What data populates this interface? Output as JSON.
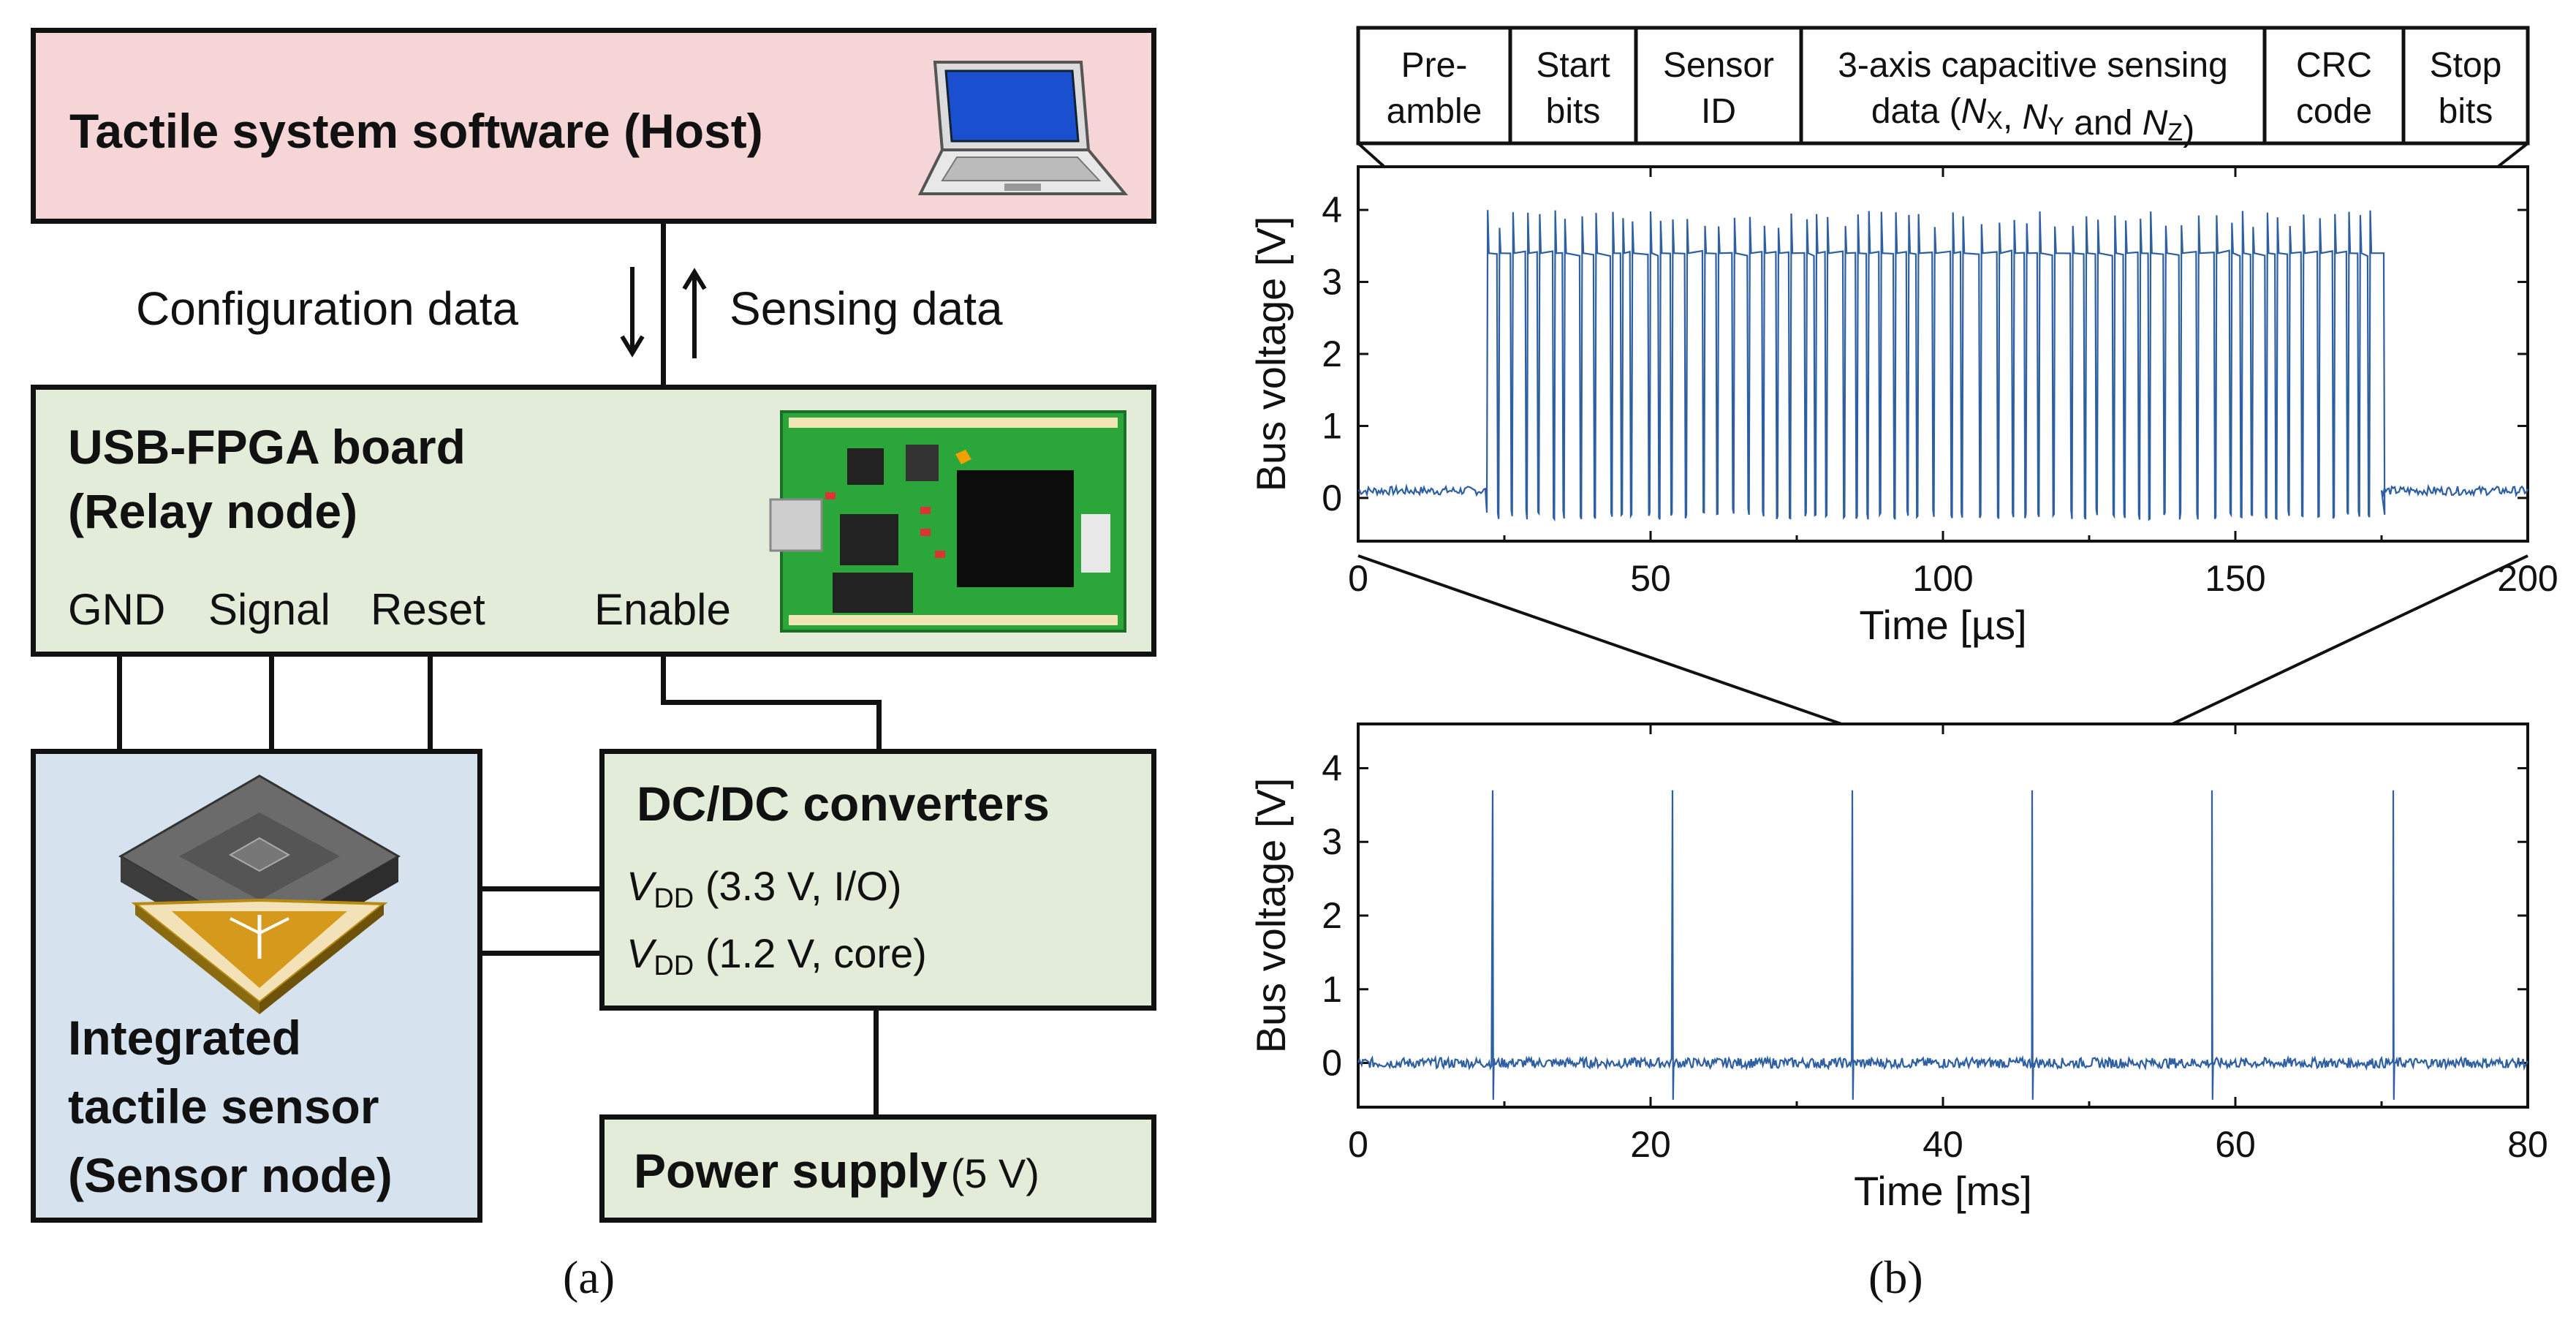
{
  "panel_a": {
    "host_label": "Tactile system software (Host)",
    "config_label": "Configuration data",
    "sensing_label": "Sensing data",
    "relay_title_1": "USB-FPGA board",
    "relay_title_2": "(Relay node)",
    "pins": {
      "gnd": "GND",
      "signal": "Signal",
      "reset": "Reset",
      "enable": "Enable"
    },
    "dcdc_title": "DC/DC converters",
    "vdd_symbol": "V",
    "vdd_sub": "DD",
    "vdd_io": "(3.3 V, I/O)",
    "vdd_core": "(1.2 V, core)",
    "sensor_1": "Integrated",
    "sensor_2": "tactile sensor",
    "sensor_3": "(Sensor node)",
    "power_title": "Power supply",
    "power_value": "(5 V)",
    "caption": "(a)",
    "colors": {
      "host": "#f5d5d5",
      "relay": "#e3ebd9",
      "sensor": "#d6e3ef",
      "dcdc": "#e3ebd9"
    }
  },
  "panel_b": {
    "caption": "(b)",
    "packet_fields": [
      [
        "Pre-",
        "amble"
      ],
      [
        "Start",
        "bits"
      ],
      [
        "Sensor",
        "ID"
      ],
      [
        "3-axis capacitive sensing",
        "data (NX, NY and NZ)"
      ],
      [
        "CRC",
        "code"
      ],
      [
        "Stop",
        "bits"
      ]
    ]
  },
  "chart_data": [
    {
      "type": "line",
      "xlabel": "Time [µs]",
      "ylabel": "Bus voltage [V]",
      "xlim": [
        0,
        200
      ],
      "ylim": [
        -0.6,
        4.6
      ],
      "xticks": [
        0,
        50,
        100,
        150,
        200
      ],
      "yticks": [
        0,
        1,
        2,
        3,
        4
      ],
      "series_color": "#2e5fa3",
      "packet_start_us": 22,
      "packet_end_us": 175,
      "idle_level_v": 0.1,
      "high_level_v": 3.4,
      "peak_v": 4.0,
      "trough_v": -0.3
    },
    {
      "type": "line",
      "xlabel": "Time [ms]",
      "ylabel": "Bus voltage [V]",
      "xlim": [
        0,
        80
      ],
      "ylim": [
        -0.6,
        4.6
      ],
      "xticks": [
        0,
        20,
        40,
        60,
        80
      ],
      "yticks": [
        0,
        1,
        2,
        3,
        4
      ],
      "series_color": "#2e5fa3",
      "idle_level_v": 0.0,
      "pulse_times_ms": [
        9.2,
        21.5,
        33.8,
        46.1,
        58.4,
        70.8
      ],
      "pulse_peak_v": 3.7,
      "pulse_trough_v": -0.5
    }
  ]
}
